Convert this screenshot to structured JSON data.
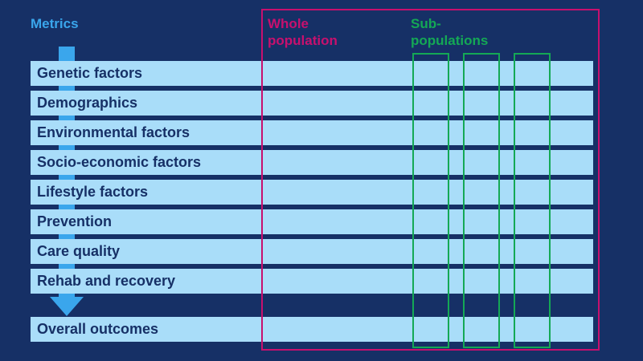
{
  "metrics_label": "Metrics",
  "whole_population_label": "Whole population",
  "sub_populations_label": "Sub-populations",
  "rows": [
    {
      "label": "Genetic factors"
    },
    {
      "label": "Demographics"
    },
    {
      "label": "Environmental factors"
    },
    {
      "label": "Socio-economic factors"
    },
    {
      "label": "Lifestyle factors"
    },
    {
      "label": "Prevention"
    },
    {
      "label": "Care quality"
    },
    {
      "label": "Rehab and recovery"
    },
    {
      "label": "Overall outcomes"
    }
  ],
  "colors": {
    "background": "#163066",
    "row": "#a9ddf9",
    "arrow": "#3aa6ec",
    "whole_population": "#c8106e",
    "sub_populations": "#14a855"
  }
}
